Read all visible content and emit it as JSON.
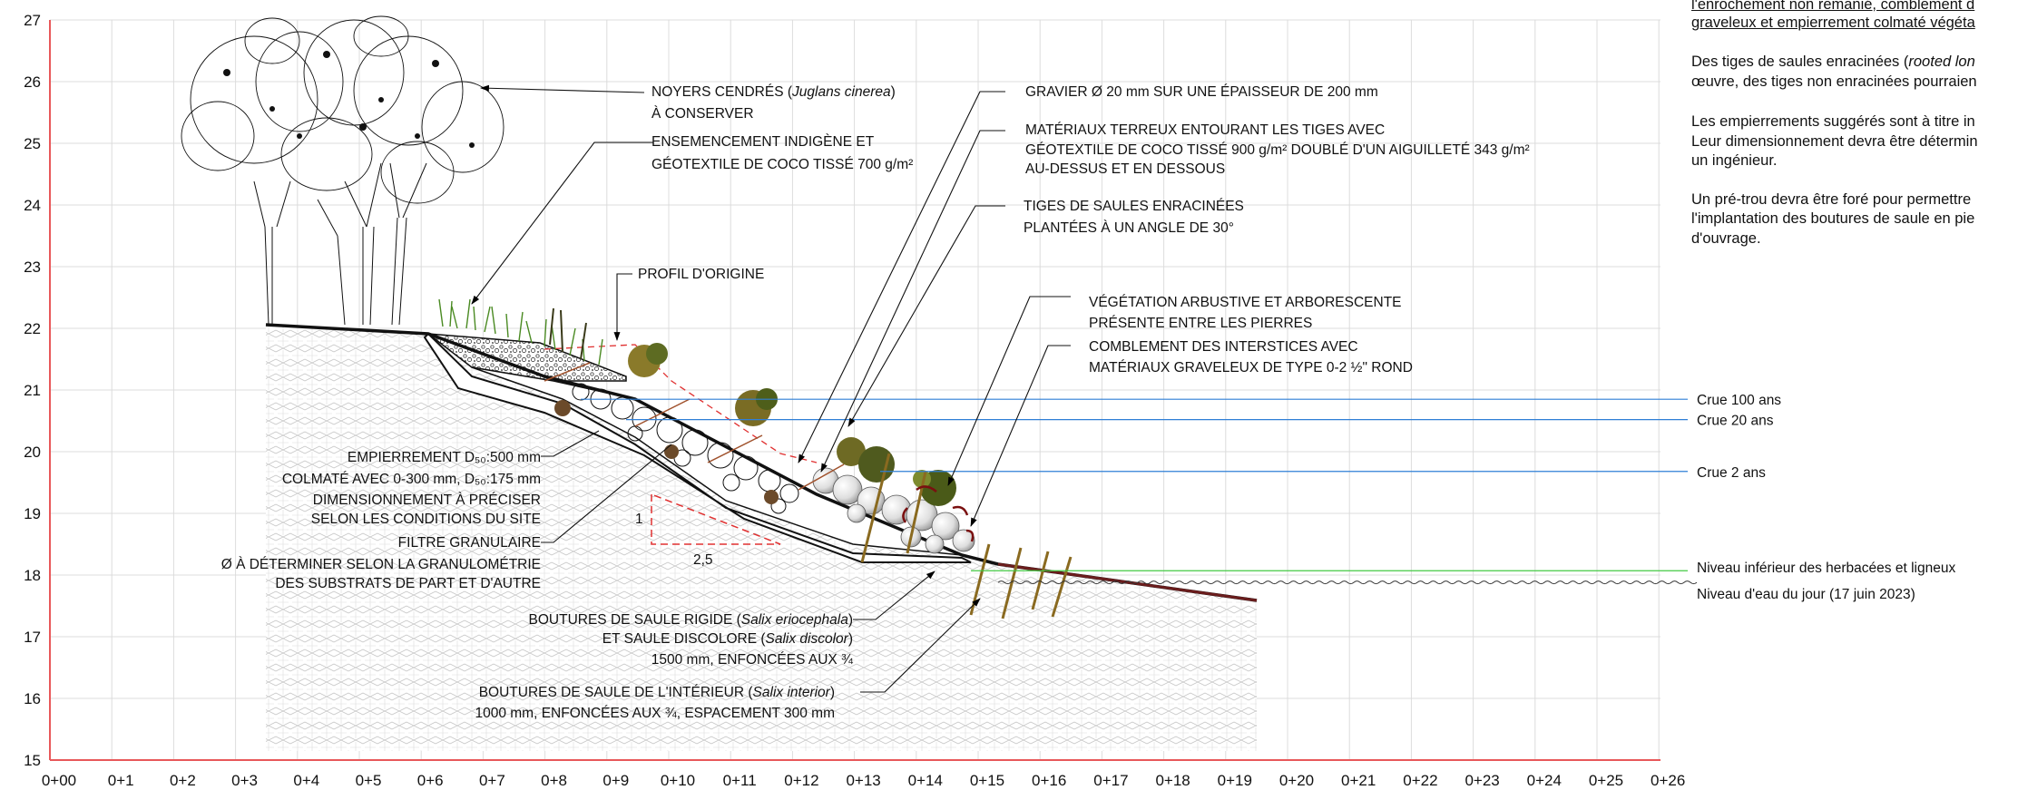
{
  "axes": {
    "y_ticks": [
      "15",
      "16",
      "17",
      "18",
      "19",
      "20",
      "21",
      "22",
      "23",
      "24",
      "25",
      "26",
      "27"
    ],
    "x_ticks": [
      "0+00",
      "0+1",
      "0+2",
      "0+3",
      "0+4",
      "0+5",
      "0+6",
      "0+7",
      "0+8",
      "0+9",
      "0+10",
      "0+11",
      "0+12",
      "0+13",
      "0+14",
      "0+15",
      "0+16",
      "0+17",
      "0+18",
      "0+19",
      "0+20",
      "0+21",
      "0+22",
      "0+23",
      "0+24",
      "0+25",
      "0+26"
    ]
  },
  "colors": {
    "axis": "#e8585a",
    "flood": "#2f7fd6",
    "veg_limit": "#43c943",
    "soil": "#000000"
  },
  "labels": {
    "trees": [
      "NOYERS CENDRÉS (",
      "Juglans cinerea",
      ")",
      "À CONSERVER"
    ],
    "seeding": [
      "ENSEMENCEMENT INDIGÈNE ET",
      "GÉOTEXTILE DE COCO TISSÉ 700 g/m²"
    ],
    "original_profile": "PROFIL D'ORIGINE",
    "gravel": "GRAVIER Ø 20 mm SUR UNE ÉPAISSEUR DE 200 mm",
    "earth": [
      "MATÉRIAUX TERREUX ENTOURANT LES TIGES AVEC",
      "GÉOTEXTILE DE COCO TISSÉ 900 g/m² DOUBLÉ D'UN AIGUILLETÉ 343 g/m²",
      "AU-DESSUS ET EN DESSOUS"
    ],
    "rooted_stems": [
      "TIGES DE SAULES ENRACINÉES",
      "PLANTÉES À UN ANGLE DE 30°"
    ],
    "vegetation": [
      "VÉGÉTATION ARBUSTIVE ET ARBORESCENTE",
      "PRÉSENTE ENTRE LES PIERRES"
    ],
    "infill": [
      "COMBLEMENT DES INTERSTICES AVEC",
      "MATÉRIAUX GRAVELEUX DE TYPE 0-2 ½\" ROND"
    ],
    "riprap": [
      "EMPIERREMENT D₅₀:500 mm",
      "COLMATÉ AVEC 0-300 mm, D₅₀:175 mm",
      "DIMENSIONNEMENT À PRÉCISER",
      "SELON LES CONDITIONS DU SITE"
    ],
    "filter": [
      "FILTRE GRANULAIRE",
      "Ø À DÉTERMINER SELON LA GRANULOMÉTRIE",
      "DES SUBSTRATS DE PART ET D'AUTRE"
    ],
    "slope_v": "1",
    "slope_h": "2,5",
    "cuttings_rigid": [
      "BOUTURES DE SAULE RIGIDE (",
      "Salix eriocephala",
      ")",
      "ET SAULE DISCOLORE (",
      "Salix discolor",
      ")",
      "1500 mm, ENFONCÉES AUX ¾"
    ],
    "cuttings_interior": [
      "BOUTURES DE SAULE DE L'INTÉRIEUR (",
      "Salix interior",
      ")",
      "1000 mm, ENFONCÉES AUX ¾, ESPACEMENT 300 mm"
    ]
  },
  "water_levels": [
    {
      "label": "Crue 100 ans",
      "elevation": 20.85
    },
    {
      "label": "Crue 20 ans",
      "elevation": 20.52
    },
    {
      "label": "Crue 2 ans",
      "elevation": 19.68
    },
    {
      "label": "Niveau inférieur des herbacées et ligneux",
      "elevation": 18.07
    },
    {
      "label": "Niveau d'eau du jour (17 juin 2023)",
      "elevation": 17.88
    }
  ],
  "notes": {
    "n1a": "l'enrochement non remanié, comblement d",
    "n1b": "graveleux et empierrement colmaté végéta",
    "n2a": "Des tiges de saules enracinées (",
    "n2a_it": "rooted lon",
    "n2b": "œuvre, des tiges non enracinées pourraien",
    "n3a": "Les empierrements suggérés sont à titre in",
    "n3b": "Leur dimensionnement devra être détermin",
    "n3c": "un ingénieur.",
    "n4a": "Un pré-trou devra être foré pour permettre",
    "n4b": "l'implantation des boutures de saule en pie",
    "n4c": "d'ouvrage."
  }
}
